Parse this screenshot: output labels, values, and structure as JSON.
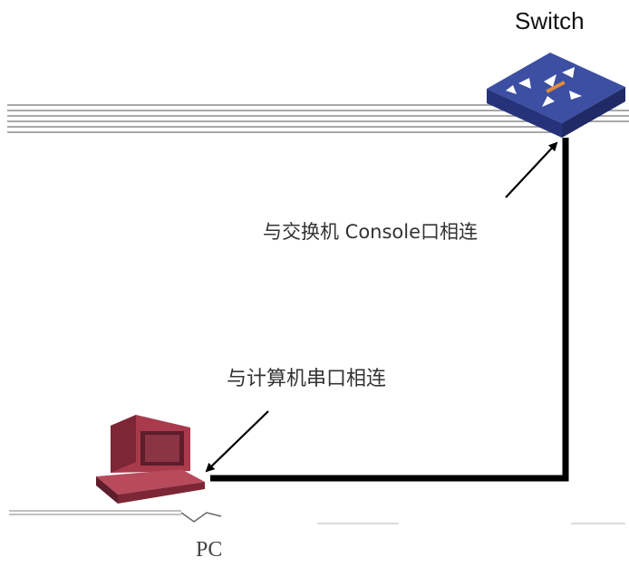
{
  "labels": {
    "switch": "Switch",
    "console_connection": "与交换机 Console口相连",
    "serial_connection": "与计算机串口相连",
    "pc": "PC",
    "cable": ""
  },
  "colors": {
    "switch_body": "#3d4fa3",
    "pc_body": "#a83a4c",
    "cable": "#000000",
    "arrow": "#000000",
    "network_lines": "#9a9a9a"
  },
  "icons": {
    "switch": "network-switch-icon",
    "pc": "desktop-computer-icon"
  }
}
